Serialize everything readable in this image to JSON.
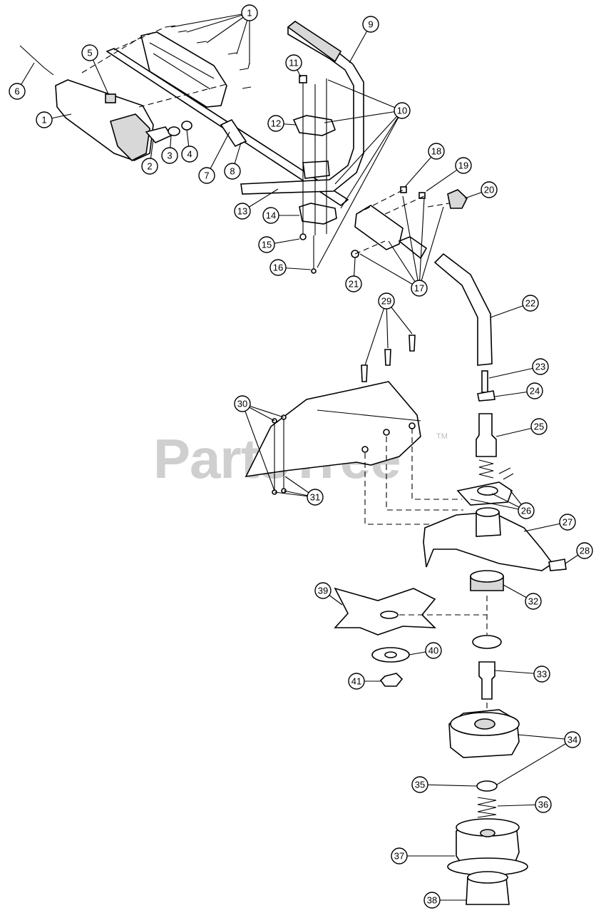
{
  "watermark": {
    "text": "PartsTree",
    "tm": "TM"
  },
  "callouts": [
    "1",
    "1",
    "2",
    "3",
    "4",
    "5",
    "6",
    "7",
    "8",
    "9",
    "10",
    "11",
    "12",
    "13",
    "14",
    "15",
    "16",
    "17",
    "18",
    "19",
    "20",
    "21",
    "22",
    "23",
    "24",
    "25",
    "26",
    "27",
    "28",
    "29",
    "30",
    "31",
    "32",
    "33",
    "34",
    "35",
    "36",
    "37",
    "38",
    "39",
    "40",
    "41"
  ]
}
